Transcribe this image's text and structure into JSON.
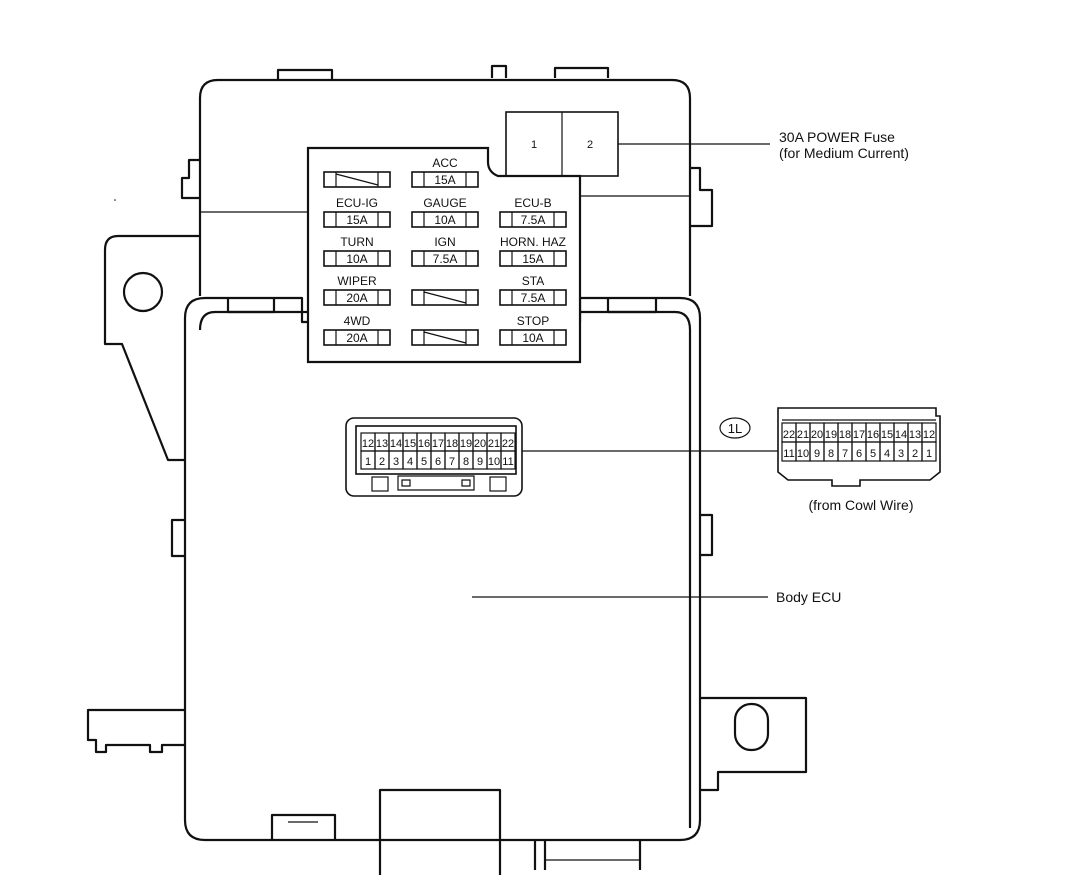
{
  "relay_block": {
    "slots": [
      "1",
      "2"
    ]
  },
  "fuses": [
    {
      "name": "",
      "rating": "",
      "blank": true
    },
    {
      "name": "ACC",
      "rating": "15A",
      "blank": false
    },
    {
      "name": "",
      "rating": "",
      "blank": "empty"
    },
    {
      "name": "ECU-IG",
      "rating": "15A",
      "blank": false
    },
    {
      "name": "GAUGE",
      "rating": "10A",
      "blank": false
    },
    {
      "name": "ECU-B",
      "rating": "7.5A",
      "blank": false
    },
    {
      "name": "TURN",
      "rating": "10A",
      "blank": false
    },
    {
      "name": "IGN",
      "rating": "7.5A",
      "blank": false
    },
    {
      "name": "HORN. HAZ",
      "rating": "15A",
      "blank": false
    },
    {
      "name": "WIPER",
      "rating": "20A",
      "blank": false
    },
    {
      "name": "",
      "rating": "",
      "blank": true
    },
    {
      "name": "STA",
      "rating": "7.5A",
      "blank": false
    },
    {
      "name": "4WD",
      "rating": "20A",
      "blank": false
    },
    {
      "name": "",
      "rating": "",
      "blank": true
    },
    {
      "name": "STOP",
      "rating": "10A",
      "blank": false
    }
  ],
  "connector_main": {
    "top_row": [
      "12",
      "13",
      "14",
      "15",
      "16",
      "17",
      "18",
      "19",
      "20",
      "21",
      "22"
    ],
    "bottom_row": [
      "1",
      "2",
      "3",
      "4",
      "5",
      "6",
      "7",
      "8",
      "9",
      "10",
      "11"
    ]
  },
  "connector_detail": {
    "code": "1L",
    "top_row": [
      "22",
      "21",
      "20",
      "19",
      "18",
      "17",
      "16",
      "15",
      "14",
      "13",
      "12"
    ],
    "bottom_row": [
      "11",
      "10",
      "9",
      "8",
      "7",
      "6",
      "5",
      "4",
      "3",
      "2",
      "1"
    ],
    "caption": "(from Cowl Wire)"
  },
  "labels": {
    "power_fuse_line1": "30A POWER Fuse",
    "power_fuse_line2": "(for Medium Current)",
    "body_ecu": "Body ECU"
  }
}
